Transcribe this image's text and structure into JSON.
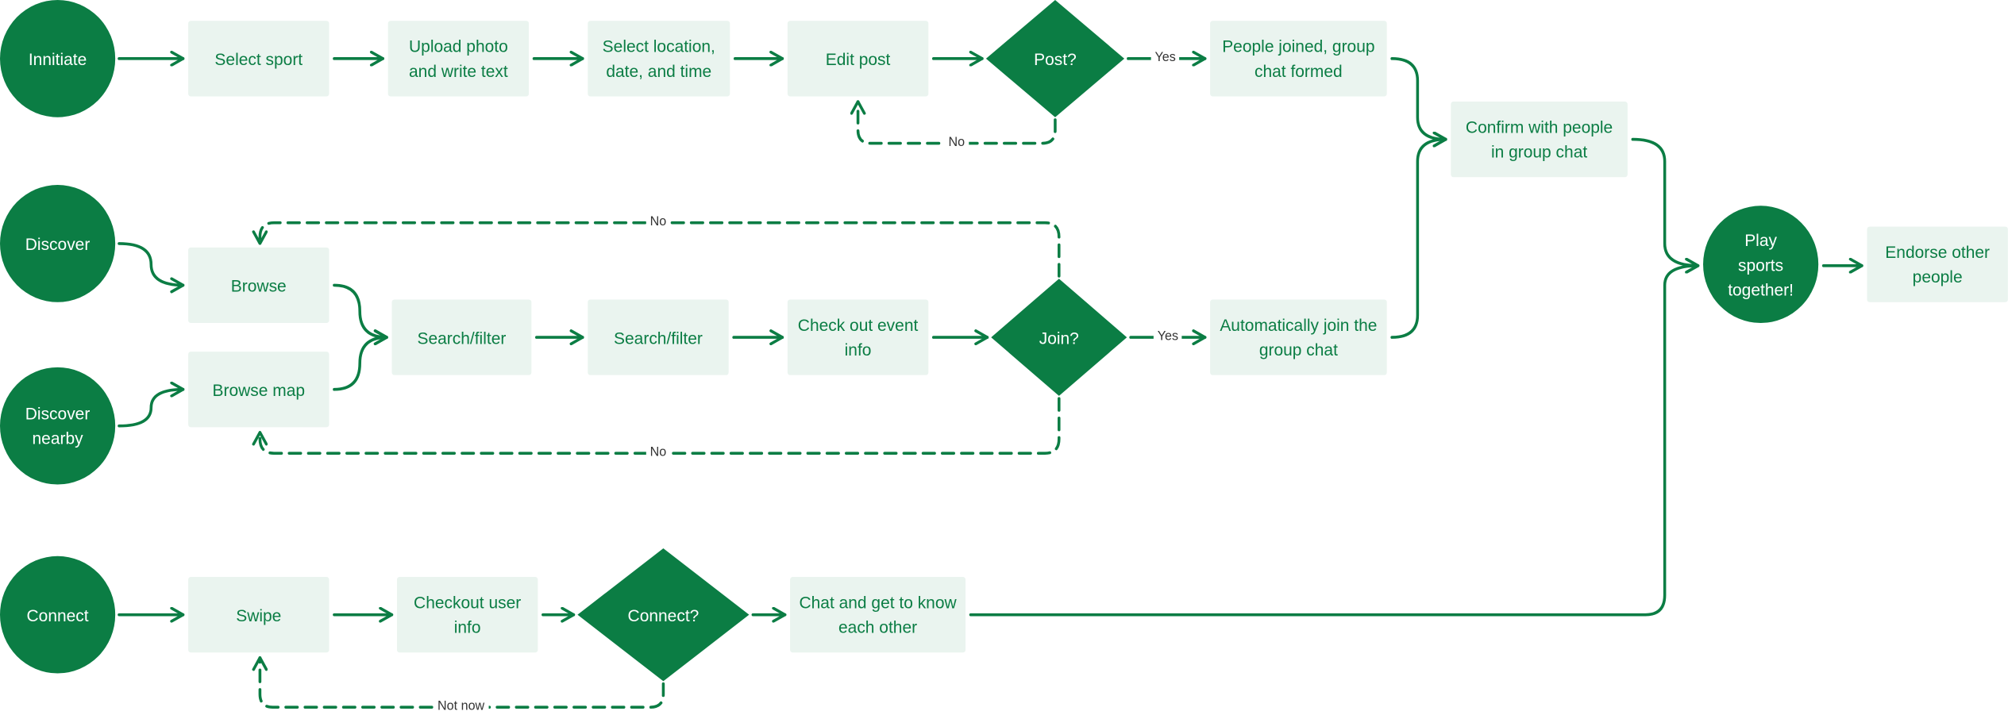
{
  "colors": {
    "primary": "#0b7d44",
    "box_fill": "#eaf4ef",
    "label_text": "#333333"
  },
  "rows": {
    "initiate": {
      "start": "Innitiate",
      "select_sport": "Select sport",
      "upload_photo": "Upload photo\nand write text",
      "select_location": "Select location,\ndate, and time",
      "edit_post": "Edit post",
      "decision": "Post?",
      "yes_label": "Yes",
      "no_label": "No",
      "result": "People joined, group\nchat formed"
    },
    "discover": {
      "start": "Discover",
      "start_nearby": "Discover\nnearby",
      "browse": "Browse",
      "browse_map": "Browse map",
      "search_filter_1": "Search/filter",
      "search_filter_2": "Search/filter",
      "check_event": "Check out event\ninfo",
      "decision": "Join?",
      "yes_label": "Yes",
      "no_label_top": "No",
      "no_label_bottom": "No",
      "result": "Automatically join the\ngroup chat"
    },
    "connect": {
      "start": "Connect",
      "swipe": "Swipe",
      "checkout_user": "Checkout user\ninfo",
      "decision": "Connect?",
      "not_now_label": "Not now",
      "chat": "Chat and get to know\neach other"
    }
  },
  "merge": {
    "confirm": "Confirm with people\nin group chat",
    "play": "Play\nsports\ntogether!",
    "endorse": "Endorse other\npeople"
  }
}
